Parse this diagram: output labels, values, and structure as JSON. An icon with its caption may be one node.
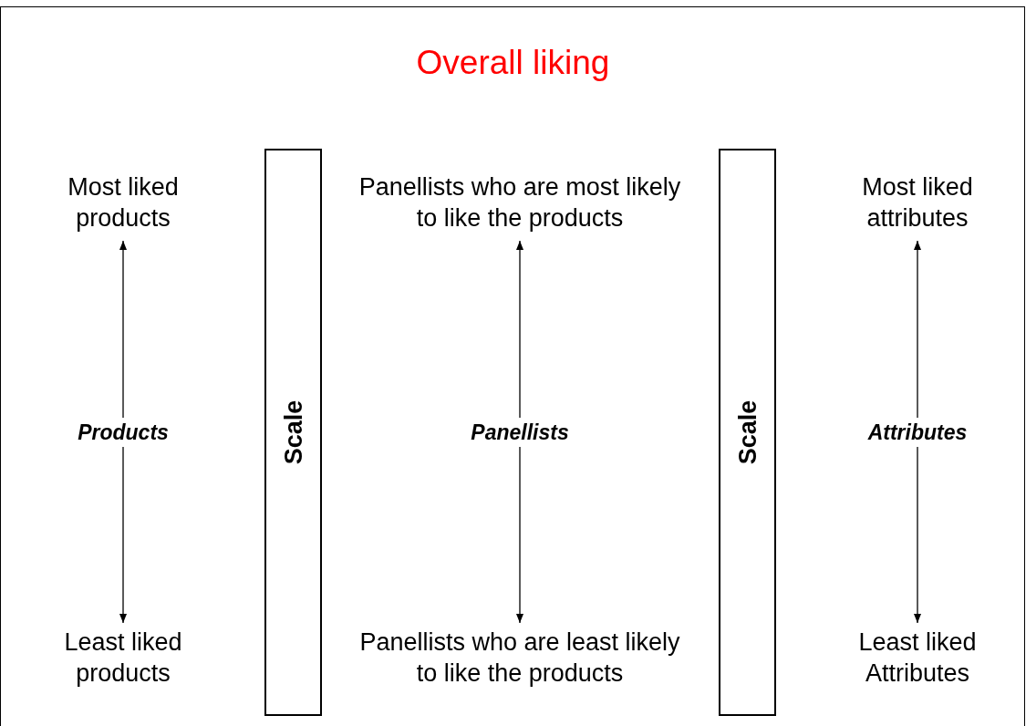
{
  "diagram": {
    "title": "Overall liking",
    "nodes": [
      {
        "text": [
          "Most liked products"
        ]
      },
      {
        "text": [
          "Least liked products"
        ]
      },
      {
        "text": [
          "Scale"
        ]
      },
      {
        "text": [
          "Panellists who are most likely to like the products"
        ]
      },
      {
        "text": [
          "Panellists who are least likely to like the products"
        ]
      },
      {
        "text": [
          "Scale"
        ]
      },
      {
        "text": [
          "Most liked attributes"
        ]
      },
      {
        "text": [
          "Least liked Attributes"
        ]
      }
    ],
    "edges": [
      {
        "from": 0,
        "to": 1,
        "arrow": "both",
        "label": "Products"
      },
      {
        "from": 3,
        "to": 4,
        "arrow": "both",
        "label": "Panellists"
      },
      {
        "from": 6,
        "to": 7,
        "arrow": "both",
        "label": "Attributes"
      }
    ]
  }
}
